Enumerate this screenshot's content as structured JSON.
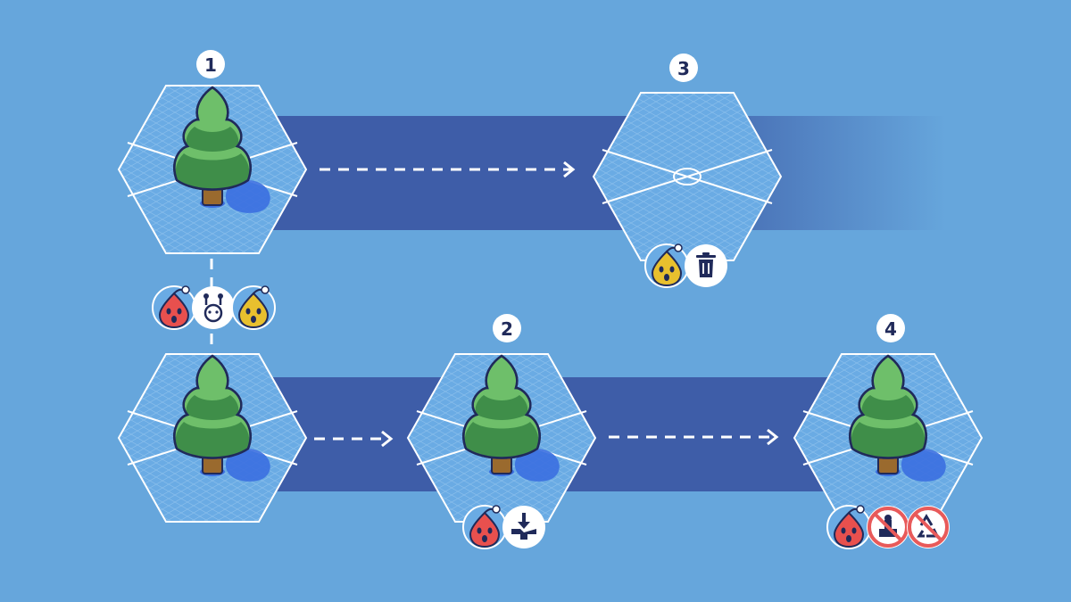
{
  "colors": {
    "background": "#66a6dc",
    "track": "#3e5da8",
    "hex_fill": "#6aabe4",
    "tree_light": "#6ebf6a",
    "tree_dark": "#3f8e49",
    "outline": "#202a5a",
    "shadow": "#3b6fe0",
    "red_creature": "#e8504e",
    "yellow_creature": "#e8c02e",
    "no_sign": "#e85a5a"
  },
  "steps": [
    {
      "number": "1"
    },
    {
      "number": "2"
    },
    {
      "number": "3"
    },
    {
      "number": "4"
    }
  ],
  "icons": {
    "split": "split-icon",
    "trash": "trash-icon",
    "place": "place-icon",
    "no_build": "no-build-icon",
    "no_recycle": "no-recycle-icon"
  }
}
